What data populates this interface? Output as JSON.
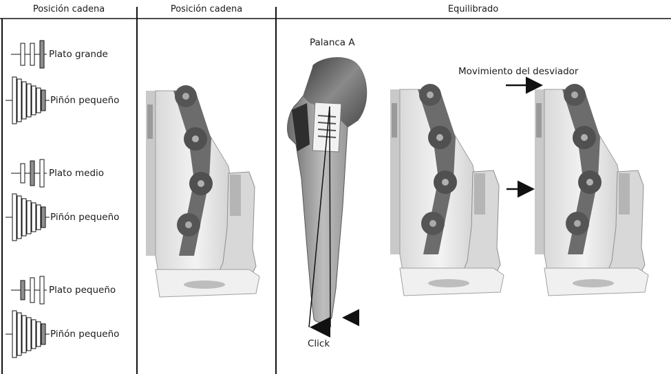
{
  "columns": {
    "col1_title": "Posición cadena",
    "col2_title": "Posición cadena",
    "col3_title": "Equilibrado"
  },
  "gear_positions": [
    {
      "chainring": "Plato grande",
      "sprocket": "Piñón pequeño"
    },
    {
      "chainring": "Plato medio",
      "sprocket": "Piñón pequeño"
    },
    {
      "chainring": "Plato pequeño",
      "sprocket": "Piñón pequeño"
    }
  ],
  "annotations": {
    "lever_label": "Palanca A",
    "click_label": "Click",
    "derailleur_movement": "Movimiento del desviador"
  },
  "colors": {
    "line": "#111111",
    "ring_fill": "#8e8e8e",
    "chain_dark": "#5a5a5a",
    "cage_light": "#e6e6e6"
  }
}
